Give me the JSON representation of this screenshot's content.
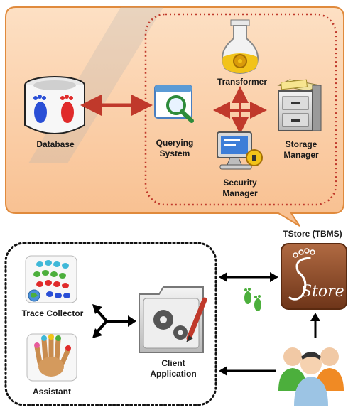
{
  "top_panel": {
    "database_label": "Database",
    "transformer_label": "Transformer",
    "querying_label_line1": "Querying",
    "querying_label_line2": "System",
    "storage_label_line1": "Storage",
    "storage_label_line2": "Manager",
    "security_label_line1": "Security",
    "security_label_line2": "Manager"
  },
  "bottom_panel": {
    "tstore_label": "TStore (TBMS)",
    "tstore_logo_text": "Store",
    "trace_collector_label": "Trace Collector",
    "assistant_label": "Assistant",
    "client_label_line1": "Client",
    "client_label_line2": "Application"
  },
  "colors": {
    "panel_fill": "#fbcfa6",
    "panel_border": "#e08a3c",
    "inner_dotted": "#c0392b",
    "arrow_red": "#c0392b",
    "arrow_black": "#000000",
    "tstore_brown": "#8b4a2b",
    "footprint_green": "#4caf3c"
  },
  "icons": {
    "database": "database-footprints-icon",
    "transformer": "flask-gear-icon",
    "querying": "magnifier-window-icon",
    "storage": "file-cabinet-icon",
    "security": "computer-lock-icon",
    "tstore": "tstore-logo-icon",
    "trace_collector": "footprint-trail-icon",
    "assistant": "hand-icon",
    "client": "gear-folder-pencil-icon",
    "users": "users-group-icon"
  }
}
